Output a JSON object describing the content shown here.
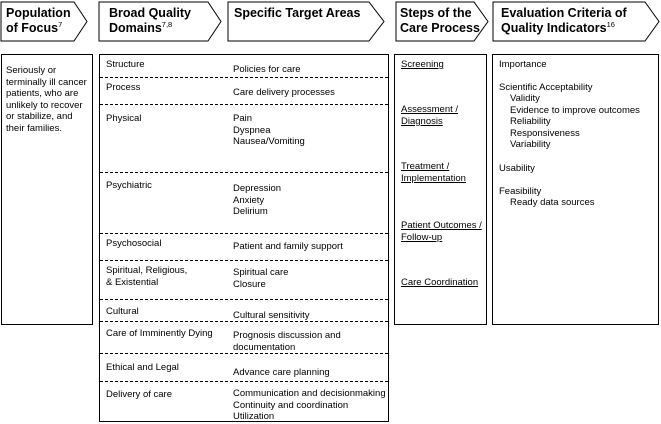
{
  "headers": {
    "population": {
      "line1": "Population",
      "line2": "of Focus",
      "sup": "7"
    },
    "domains": {
      "line1": "Broad Quality",
      "line2": "Domains",
      "sup": "7,8"
    },
    "targets": {
      "line1": "Specific Target Areas"
    },
    "steps": {
      "line1": "Steps of the",
      "line2": "Care Process"
    },
    "criteria": {
      "line1": "Evaluation Criteria of",
      "line2": "Quality Indicators",
      "sup": "16"
    }
  },
  "population_text": "Seriously or terminally ill cancer patients, who are unlikely to recover or stabilize, and their families.",
  "domain_rows": [
    {
      "domain": [
        "Structure"
      ],
      "targets": [
        "Policies for care"
      ]
    },
    {
      "domain": [
        "Process"
      ],
      "targets": [
        "Care delivery processes"
      ]
    },
    {
      "domain": [
        "Physical"
      ],
      "targets": [
        "Pain",
        "Dyspnea",
        "Nausea/Vomiting"
      ]
    },
    {
      "domain": [
        "Psychiatric"
      ],
      "targets": [
        "Depression",
        "Anxiety",
        "Delirium"
      ]
    },
    {
      "domain": [
        "Psychosocial"
      ],
      "targets": [
        "Patient and family support"
      ]
    },
    {
      "domain": [
        "Spiritual, Religious,",
        "& Existential"
      ],
      "targets": [
        "Spiritual care",
        "Closure"
      ]
    },
    {
      "domain": [
        "Cultural"
      ],
      "targets": [
        "Cultural sensitivity"
      ]
    },
    {
      "domain": [
        "Care of Imminently Dying"
      ],
      "targets": [
        "Prognosis discussion and",
        "documentation"
      ]
    },
    {
      "domain": [
        "Ethical and Legal"
      ],
      "targets": [
        "Advance care planning"
      ]
    },
    {
      "domain": [
        "Delivery of care"
      ],
      "targets": [
        "Communication and decisionmaking",
        "Continuity and coordination",
        "Utilization"
      ]
    }
  ],
  "steps": [
    {
      "lines": [
        "Screening"
      ]
    },
    {
      "lines": [
        "Assessment /",
        "Diagnosis"
      ]
    },
    {
      "lines": [
        "Treatment /",
        "Implementation"
      ]
    },
    {
      "lines": [
        "Patient Outcomes /",
        "Follow-up"
      ]
    },
    {
      "lines": [
        "Care Coordination"
      ]
    }
  ],
  "criteria": {
    "importance": "Importance",
    "scientific": "Scientific Acceptability",
    "scientific_sub": [
      "Validity",
      "Evidence to improve outcomes",
      "Reliability",
      "Responsiveness",
      "Variability"
    ],
    "usability": "Usability",
    "feasibility": "Feasibility",
    "feasibility_sub": [
      "Ready data sources"
    ]
  }
}
